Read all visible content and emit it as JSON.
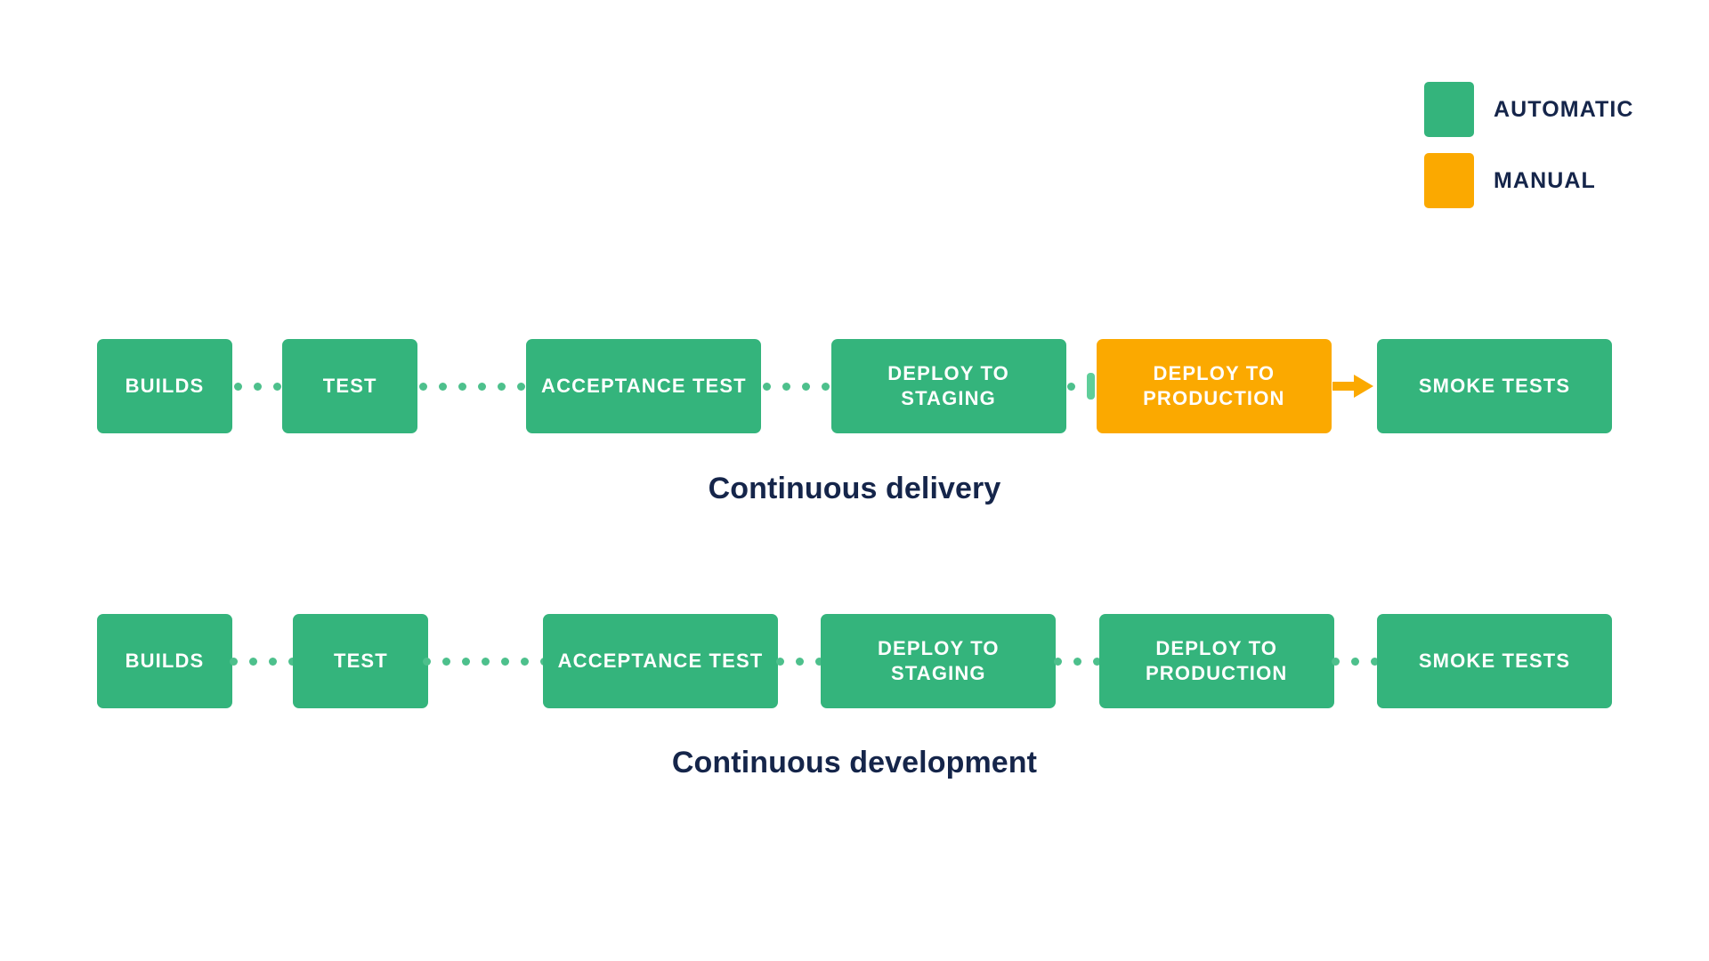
{
  "legend": {
    "items": [
      {
        "label": "AUTOMATIC",
        "color": "#34B47C",
        "swatch_icon": "green-square-swatch"
      },
      {
        "label": "MANUAL",
        "color": "#FBA900",
        "swatch_icon": "orange-square-swatch"
      }
    ]
  },
  "colors": {
    "automatic_green": "#34B47C",
    "manual_orange": "#FBA900",
    "connector_dot_green": "#4DC08C",
    "connector_bar_green": "#5FCE9A",
    "text_navy": "#15254A",
    "stage_label_white": "#FFFFFF",
    "background": "#FFFFFF"
  },
  "pipelines": [
    {
      "id": "continuous-delivery",
      "caption": "Continuous delivery",
      "stages": [
        {
          "label": "BUILDS",
          "type": "AUTOMATIC"
        },
        {
          "label": "TEST",
          "type": "AUTOMATIC"
        },
        {
          "label": "ACCEPTANCE TEST",
          "type": "AUTOMATIC"
        },
        {
          "label": "DEPLOY TO STAGING",
          "type": "AUTOMATIC"
        },
        {
          "label": "DEPLOY TO PRODUCTION",
          "type": "MANUAL"
        },
        {
          "label": "SMOKE TESTS",
          "type": "AUTOMATIC"
        }
      ],
      "connectors": [
        {
          "style": "dots",
          "dots": 3
        },
        {
          "style": "dots",
          "dots": 6
        },
        {
          "style": "dots",
          "dots": 4
        },
        {
          "style": "gate",
          "dots": 1
        },
        {
          "style": "arrow",
          "dots": 0
        }
      ]
    },
    {
      "id": "continuous-development",
      "caption": "Continuous development",
      "stages": [
        {
          "label": "BUILDS",
          "type": "AUTOMATIC"
        },
        {
          "label": "TEST",
          "type": "AUTOMATIC"
        },
        {
          "label": "ACCEPTANCE TEST",
          "type": "AUTOMATIC"
        },
        {
          "label": "DEPLOY TO STAGING",
          "type": "AUTOMATIC"
        },
        {
          "label": "DEPLOY TO PRODUCTION",
          "type": "AUTOMATIC"
        },
        {
          "label": "SMOKE TESTS",
          "type": "AUTOMATIC"
        }
      ],
      "connectors": [
        {
          "style": "dots",
          "dots": 4
        },
        {
          "style": "dots",
          "dots": 7
        },
        {
          "style": "dots",
          "dots": 3
        },
        {
          "style": "dots",
          "dots": 3
        },
        {
          "style": "dots",
          "dots": 3
        }
      ]
    }
  ]
}
